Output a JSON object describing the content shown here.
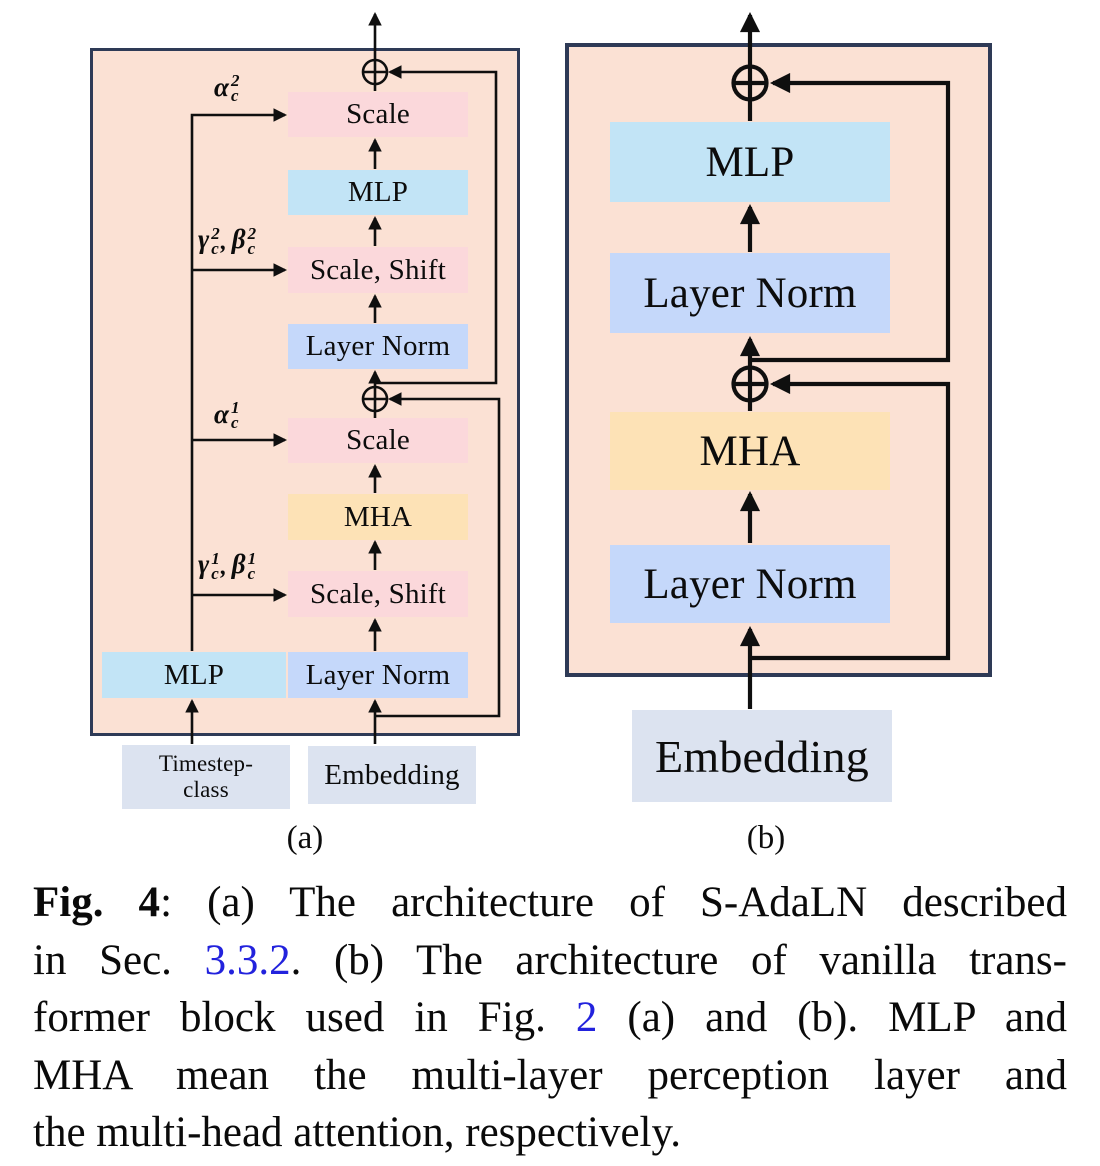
{
  "figure": {
    "panel_a": {
      "tag": "(a)",
      "blocks": {
        "scale_top": "Scale",
        "mlp_top": "MLP",
        "scale_shift_top": "Scale, Shift",
        "layer_norm_top": "Layer Norm",
        "scale_bottom": "Scale",
        "mha": "MHA",
        "scale_shift_bottom": "Scale, Shift",
        "layer_norm_bottom": "Layer Norm",
        "mlp_conditioning": "MLP"
      },
      "inputs": {
        "timestep_class_line1": "Timestep-",
        "timestep_class_line2": "class",
        "embedding": "Embedding"
      },
      "cond_labels": {
        "alpha2": {
          "base": "α",
          "sup": "2",
          "sub": "c"
        },
        "gamma_beta2": {
          "gamma": "γ",
          "gamma_sup": "2",
          "gamma_sub": "c",
          "comma": ",",
          "beta": "β",
          "beta_sup": "2",
          "beta_sub": "c"
        },
        "alpha1": {
          "base": "α",
          "sup": "1",
          "sub": "c"
        },
        "gamma_beta1": {
          "gamma": "γ",
          "gamma_sup": "1",
          "gamma_sub": "c",
          "comma": ",",
          "beta": "β",
          "beta_sup": "1",
          "beta_sub": "c"
        }
      }
    },
    "panel_b": {
      "tag": "(b)",
      "blocks": {
        "mlp": "MLP",
        "layer_norm_top": "Layer Norm",
        "mha": "MHA",
        "layer_norm_bottom": "Layer Norm"
      },
      "inputs": {
        "embedding": "Embedding"
      }
    },
    "icons": {
      "residual_add": "circled-plus"
    }
  },
  "caption": {
    "line1": {
      "bold": "Fig. 4",
      "rest": ": (a) The architecture of S-AdaLN described"
    },
    "line2": {
      "pre": "in Sec. ",
      "link": "3.3.2",
      "post": ". (b) The architecture of vanilla trans-"
    },
    "line3": {
      "pre": "former block used in Fig. ",
      "link": "2",
      "post": " (a) and (b). MLP and"
    },
    "line4": {
      "text": "MHA mean the multi-layer perception layer and"
    },
    "line5": {
      "text": "the multi-head attention, respectively."
    }
  },
  "colors": {
    "panel_fill": "#fbe1d4",
    "panel_border": "#2e3a56",
    "scale_pink": "#fbd8db",
    "mlp_cyan": "#c2e4f6",
    "layer_norm_blue": "#c5d8fa",
    "mha_orange": "#fde2b6",
    "input_gray": "#dce3f0",
    "wire_black": "#0f0f0f",
    "link_blue": "#2222dd"
  }
}
